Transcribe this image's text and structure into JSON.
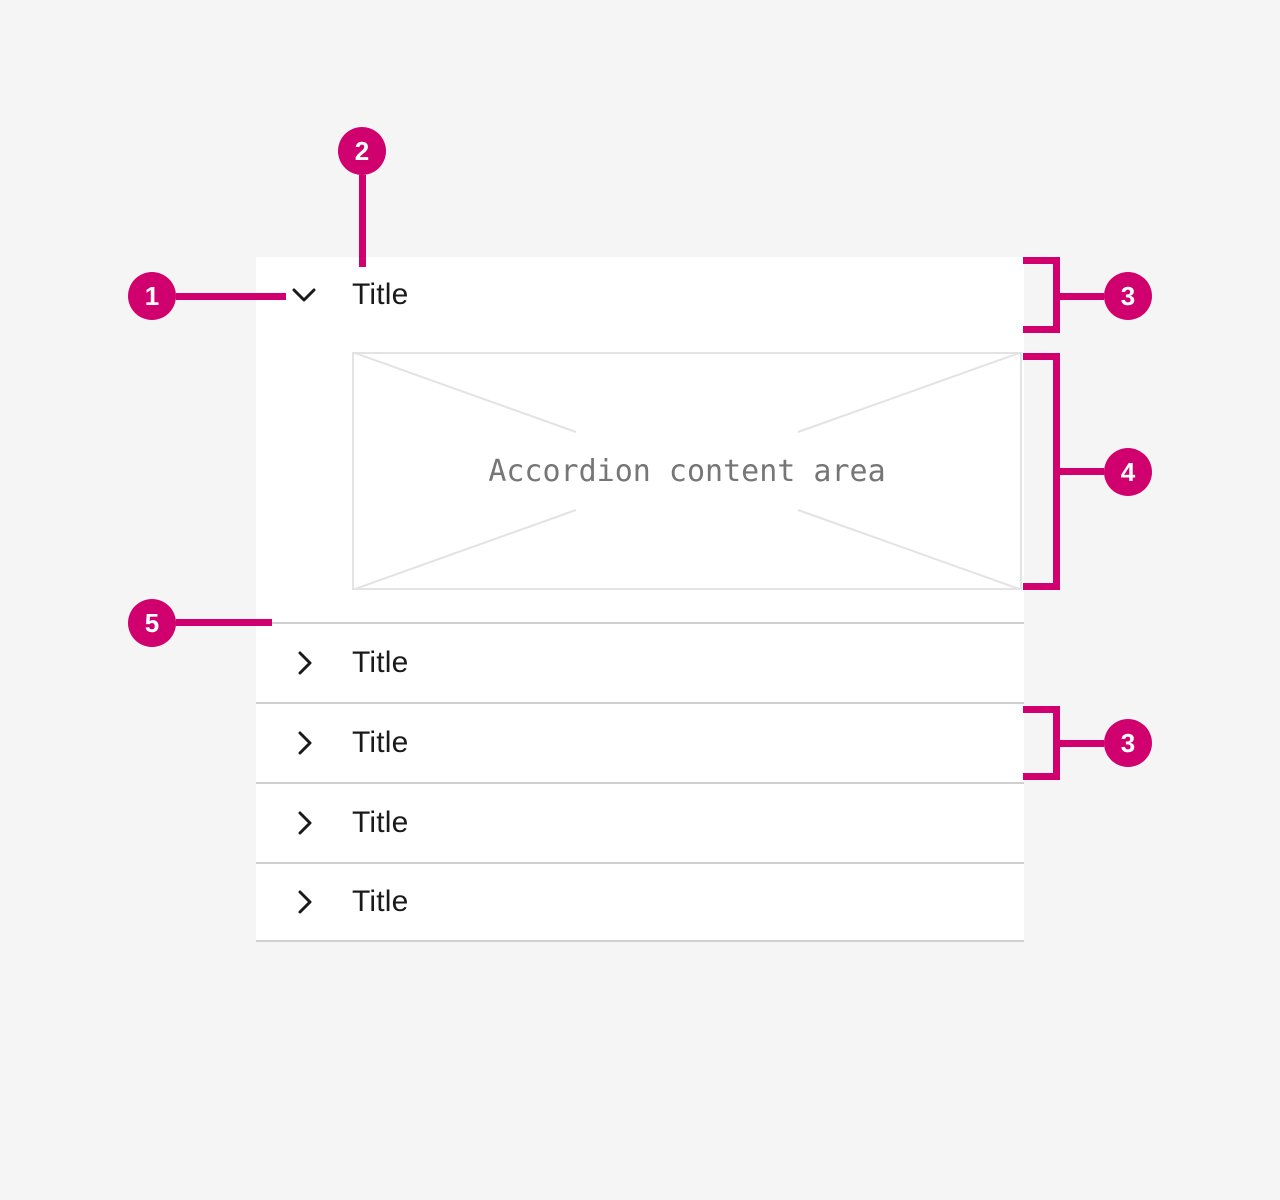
{
  "colors": {
    "background": "#f5f5f5",
    "panel": "#ffffff",
    "accent": "#d0006f",
    "divider": "#d0d0d0",
    "title": "#1a1a1a",
    "placeholder_border": "#e3e3e3",
    "placeholder_text": "#767676"
  },
  "accordion": {
    "items": [
      {
        "label": "Title",
        "state": "expanded"
      },
      {
        "label": "Title",
        "state": "collapsed"
      },
      {
        "label": "Title",
        "state": "collapsed"
      },
      {
        "label": "Title",
        "state": "collapsed"
      },
      {
        "label": "Title",
        "state": "collapsed"
      }
    ],
    "content_placeholder": "Accordion content area"
  },
  "annotations": {
    "callouts": [
      {
        "number": "1",
        "target": "expand-collapse-icon"
      },
      {
        "number": "2",
        "target": "header-title"
      },
      {
        "number": "3",
        "target": "header-expanded"
      },
      {
        "number": "4",
        "target": "content-area"
      },
      {
        "number": "5",
        "target": "separator"
      },
      {
        "number": "3",
        "target": "header-collapsed"
      }
    ]
  }
}
